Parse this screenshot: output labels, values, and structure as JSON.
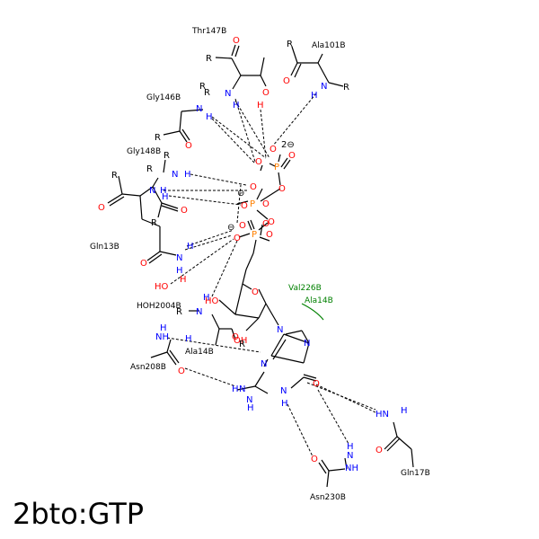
{
  "title": "2bto:GTP",
  "residues": {
    "thr147": "Thr147B",
    "ala101": "Ala101B",
    "gly146": "Gly146B",
    "gly148": "Gly148B",
    "gln13": "Gln13B",
    "hoh2004": "HOH2004B",
    "ala14a": "Ala14B",
    "asn208": "Asn208B",
    "asn230": "Asn230B",
    "gln17": "Gln17B"
  },
  "hydrophobic": {
    "val226": "Val226B",
    "ala14": "Ala14B"
  },
  "charges": {
    "two_minus": "2⊖",
    "minus_a": "⊖",
    "minus_b": "⊖"
  },
  "atoms": {
    "O": "O",
    "N": "N",
    "H": "H",
    "P": "P",
    "R": "R",
    "HO": "HO",
    "OH": "OH",
    "NH": "NH",
    "HN": "HN",
    "H_N": "H",
    "N_H": "N"
  },
  "colors": {
    "oxygen": "#ff0000",
    "nitrogen": "#0000ff",
    "phosphorus": "#ff8000",
    "hydrophobic": "#008000"
  }
}
